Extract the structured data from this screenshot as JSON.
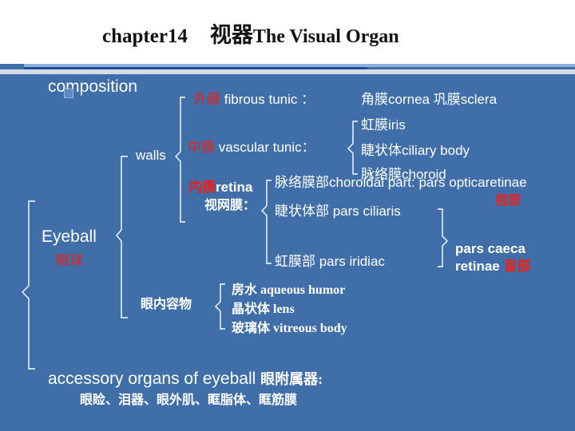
{
  "title": {
    "chapter": "chapter14",
    "cn": "视器",
    "en": "The Visual Organ"
  },
  "composition": "composition",
  "walls": "walls",
  "fibrous": {
    "cn": "外膜",
    "en": "fibrous tunic ："
  },
  "cornea_sclera": "角膜cornea 巩膜sclera",
  "iris": "虹膜iris",
  "vascular": {
    "cn": "中膜",
    "en": "vascular tunic："
  },
  "ciliary_body": "睫状体ciliary body",
  "choroid": "脉络膜choroid",
  "retina": {
    "cn": "内膜",
    "en": "retina",
    "cn2": "视网膜："
  },
  "choroidal_part": "脉络膜部choroidal part: pars opticaretinae",
  "optic_part_cn": "视部",
  "ciliary_part": "睫状体部 pars ciliaris",
  "iridial_part": "虹膜部 pars iridiac",
  "pars_caeca": "pars caeca",
  "retinae": {
    "en": "retinae",
    "cn": "盲部"
  },
  "eyeball": {
    "en": "Eyeball",
    "cn": "眼球"
  },
  "contents": "眼内容物",
  "aqueous": "房水 aqueous humor",
  "lens": "晶状体 lens",
  "vitreous": "玻璃体 vitreous body",
  "accessory": {
    "en": "accessory organs of eyeball",
    "cn": "眼附属器:"
  },
  "accessory_list": "眼睑、泪器、眼外肌、眶脂体、眶筋膜"
}
